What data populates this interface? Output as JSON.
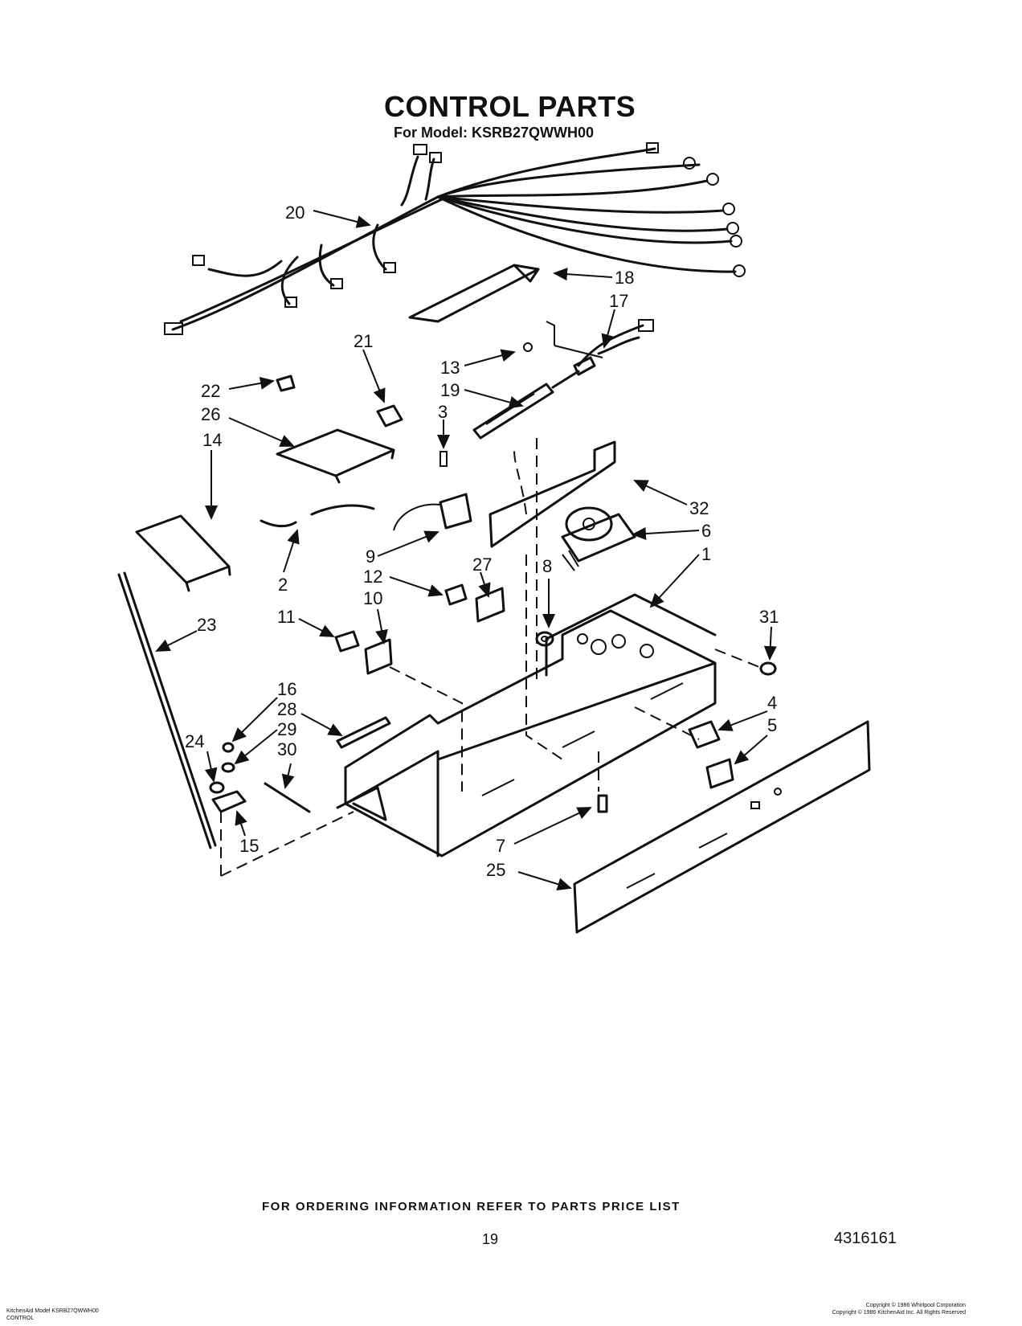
{
  "header": {
    "title": "CONTROL PARTS",
    "subtitle": "For Model: KSRB27QWWH00"
  },
  "callouts": [
    "20",
    "18",
    "17",
    "13",
    "19",
    "3",
    "21",
    "22",
    "26",
    "14",
    "32",
    "6",
    "1",
    "9",
    "12",
    "27",
    "8",
    "10",
    "2",
    "11",
    "23",
    "31",
    "4",
    "5",
    "16",
    "28",
    "29",
    "30",
    "24",
    "7",
    "25",
    "15"
  ],
  "footer": {
    "ordering_note": "FOR ORDERING INFORMATION REFER TO PARTS PRICE LIST",
    "page_number": "19",
    "document_number": "4316161",
    "fine_print_left": [
      "KitchenAid Model KSRB27QWWH00",
      "CONTROL"
    ],
    "fine_print_right": [
      "Copyright © 1986 Whirlpool Corporation",
      "Copyright © 1986 KitchenAid Inc. All Rights Reserved"
    ]
  }
}
